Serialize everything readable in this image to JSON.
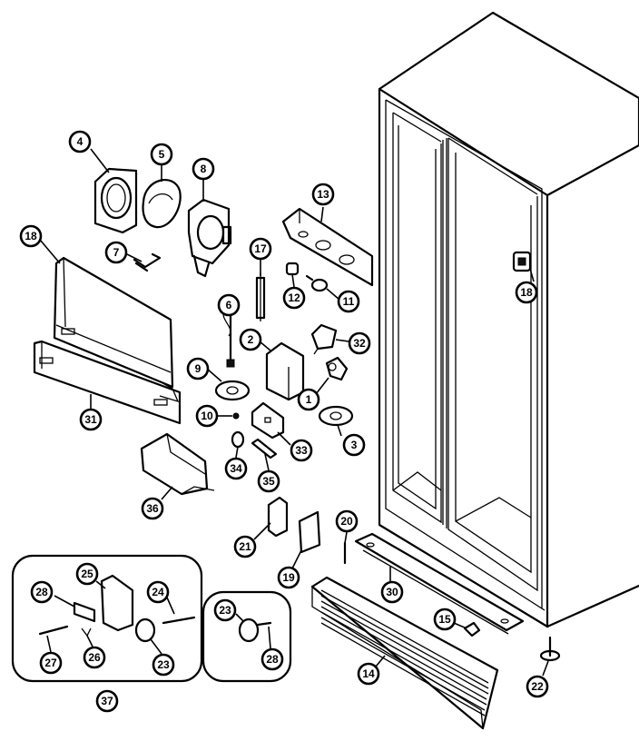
{
  "callouts": [
    {
      "id": "c4",
      "label": "4"
    },
    {
      "id": "c5",
      "label": "5"
    },
    {
      "id": "c8",
      "label": "8"
    },
    {
      "id": "c18a",
      "label": "18"
    },
    {
      "id": "c7",
      "label": "7"
    },
    {
      "id": "c17",
      "label": "17"
    },
    {
      "id": "c13",
      "label": "13"
    },
    {
      "id": "c12",
      "label": "12"
    },
    {
      "id": "c11",
      "label": "11"
    },
    {
      "id": "c18b",
      "label": "18"
    },
    {
      "id": "c6",
      "label": "6"
    },
    {
      "id": "c2",
      "label": "2"
    },
    {
      "id": "c32",
      "label": "32"
    },
    {
      "id": "c9",
      "label": "9"
    },
    {
      "id": "c1",
      "label": "1"
    },
    {
      "id": "c31",
      "label": "31"
    },
    {
      "id": "c10",
      "label": "10"
    },
    {
      "id": "c3",
      "label": "3"
    },
    {
      "id": "c33",
      "label": "33"
    },
    {
      "id": "c34",
      "label": "34"
    },
    {
      "id": "c35",
      "label": "35"
    },
    {
      "id": "c36",
      "label": "36"
    },
    {
      "id": "c20",
      "label": "20"
    },
    {
      "id": "c21",
      "label": "21"
    },
    {
      "id": "c19",
      "label": "19"
    },
    {
      "id": "c30",
      "label": "30"
    },
    {
      "id": "c25",
      "label": "25"
    },
    {
      "id": "c28a",
      "label": "28"
    },
    {
      "id": "c24",
      "label": "24"
    },
    {
      "id": "c23a",
      "label": "23"
    },
    {
      "id": "c15",
      "label": "15"
    },
    {
      "id": "c27",
      "label": "27"
    },
    {
      "id": "c26",
      "label": "26"
    },
    {
      "id": "c23b",
      "label": "23"
    },
    {
      "id": "c28b",
      "label": "28"
    },
    {
      "id": "c14",
      "label": "14"
    },
    {
      "id": "c22",
      "label": "22"
    },
    {
      "id": "c37",
      "label": "37"
    }
  ]
}
